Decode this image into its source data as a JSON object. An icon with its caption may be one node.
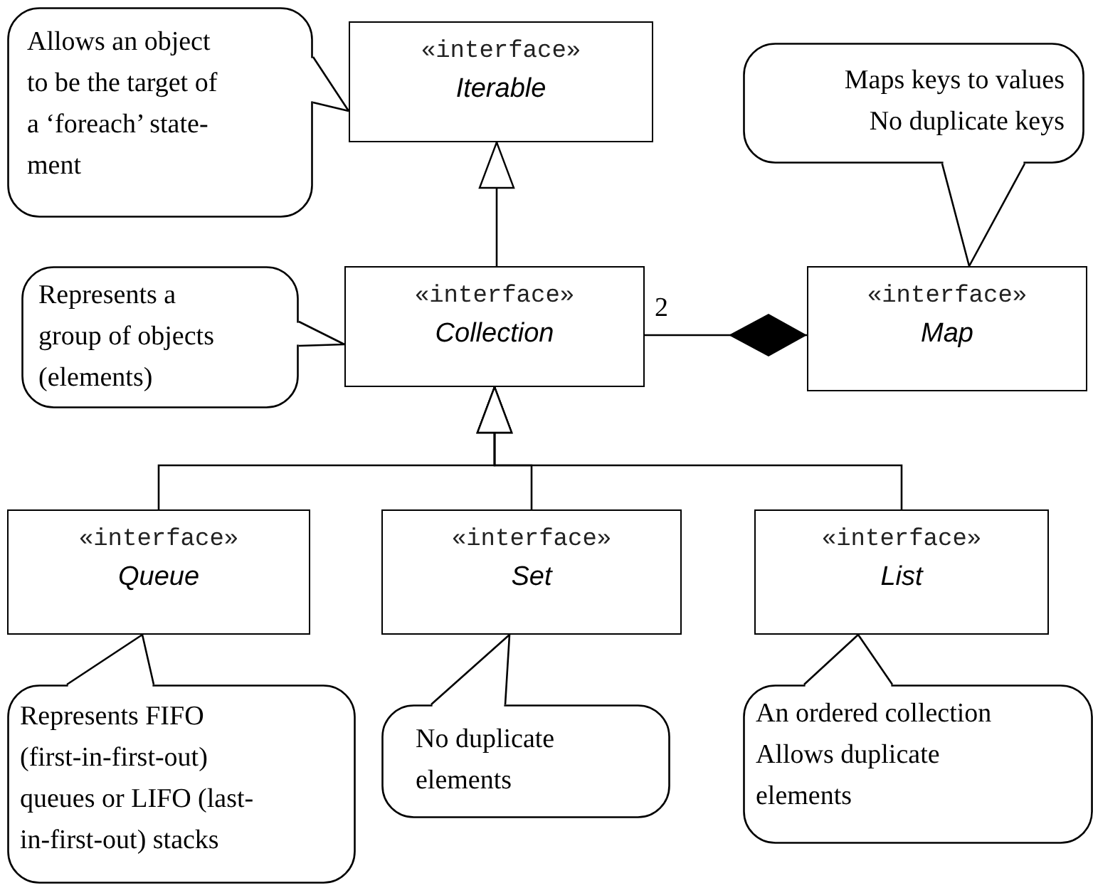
{
  "diagram": {
    "nodes": [
      {
        "text": [
          "«interface»",
          "Iterable"
        ]
      },
      {
        "text": [
          "Allows an object to be the target of a ‘foreach’ state- ment"
        ]
      },
      {
        "text": [
          "Maps keys to values",
          "No duplicate keys"
        ]
      },
      {
        "text": [
          "«interface»",
          "Collection"
        ]
      },
      {
        "text": [
          "Represents a group of objects (elements)"
        ]
      },
      {
        "text": [
          "«interface»",
          "Map"
        ]
      },
      {
        "text": [
          "«interface»",
          "Queue"
        ]
      },
      {
        "text": [
          "«interface»",
          "Set"
        ]
      },
      {
        "text": [
          "«interface»",
          "List"
        ]
      },
      {
        "text": [
          "Represents FIFO (first-in-first-out) queues or LIFO (last- in-first-out) stacks"
        ]
      },
      {
        "text": [
          "No duplicate elements"
        ]
      },
      {
        "text": [
          "An ordered collection",
          "Allows duplicate elements"
        ]
      }
    ],
    "edges": [
      {
        "from": 3,
        "to": 0,
        "arrow": "to"
      },
      {
        "from": 3,
        "to": 5,
        "arrow": "other",
        "label": "2"
      },
      {
        "from": 6,
        "to": 3,
        "arrow": "to"
      },
      {
        "from": 7,
        "to": 3,
        "arrow": "to"
      },
      {
        "from": 8,
        "to": 3,
        "arrow": "to"
      },
      {
        "from": 1,
        "to": 0,
        "arrow": "none"
      },
      {
        "from": 2,
        "to": 5,
        "arrow": "none"
      },
      {
        "from": 4,
        "to": 3,
        "arrow": "none"
      },
      {
        "from": 9,
        "to": 6,
        "arrow": "none"
      },
      {
        "from": 10,
        "to": 7,
        "arrow": "none"
      },
      {
        "from": 11,
        "to": 8,
        "arrow": "none"
      }
    ]
  }
}
